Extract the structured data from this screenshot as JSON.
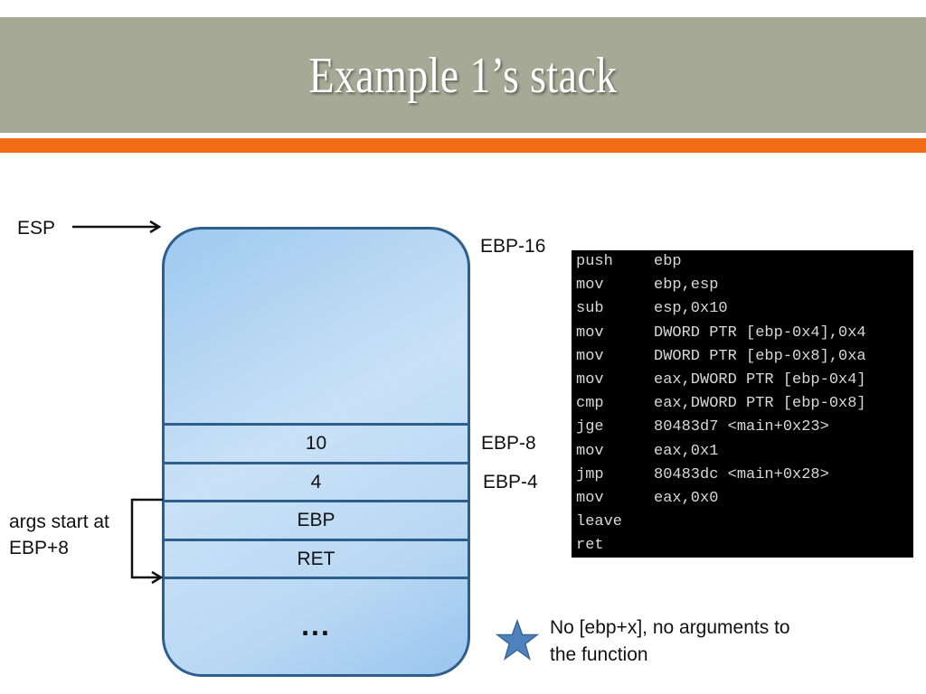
{
  "title": "Example 1’s stack",
  "labels": {
    "esp": "ESP",
    "ebp_minus_16": "EBP-16",
    "ebp_minus_8": "EBP-8",
    "ebp_minus_4": "EBP-4",
    "args_line1": "args start at",
    "args_line2": "EBP+8"
  },
  "stack_cells": {
    "cell_1": "10",
    "cell_2": "4",
    "cell_3": "EBP",
    "cell_4": "RET",
    "ellipsis": "..."
  },
  "assembly": [
    {
      "op": "push",
      "args": "ebp"
    },
    {
      "op": "mov",
      "args": "ebp,esp"
    },
    {
      "op": "sub",
      "args": "esp,0x10"
    },
    {
      "op": "mov",
      "args": "DWORD PTR [ebp-0x4],0x4"
    },
    {
      "op": "mov",
      "args": "DWORD PTR [ebp-0x8],0xa"
    },
    {
      "op": "mov",
      "args": "eax,DWORD PTR [ebp-0x4]"
    },
    {
      "op": "cmp",
      "args": "eax,DWORD PTR [ebp-0x8]"
    },
    {
      "op": "jge",
      "args": "80483d7 <main+0x23>"
    },
    {
      "op": "mov",
      "args": "eax,0x1"
    },
    {
      "op": "jmp",
      "args": "80483dc <main+0x28>"
    },
    {
      "op": "mov",
      "args": "eax,0x0"
    },
    {
      "op": "leave",
      "args": ""
    },
    {
      "op": "ret",
      "args": ""
    }
  ],
  "note": {
    "line1": "No [ebp+x], no arguments to",
    "line2": "the function"
  },
  "colors": {
    "title_bar": "#a6a996",
    "accent_bar": "#f16d14",
    "stack_border": "#2e5e8c",
    "star_fill": "#4f81bd"
  }
}
